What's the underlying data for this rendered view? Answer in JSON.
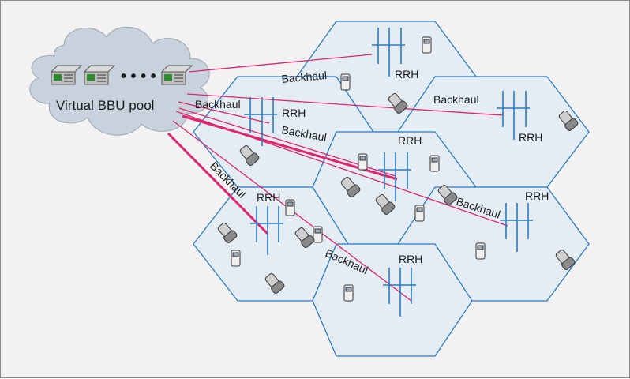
{
  "diagram": {
    "pool_label": "Virtual BBU pool",
    "dots": "• • • •",
    "backhaul_label": "Backhaul",
    "rrh_label": "RRH",
    "colors": {
      "cell_fill": "#e3edf3",
      "cell_stroke": "#2b7ac2",
      "backhaul": "#e0256e",
      "cloud": "#c8d2dc",
      "background": "#f2f2f2"
    },
    "icons": [
      "server-icon",
      "mobile-phone-icon",
      "flip-phone-icon",
      "antenna-icon",
      "cloud-icon"
    ]
  }
}
